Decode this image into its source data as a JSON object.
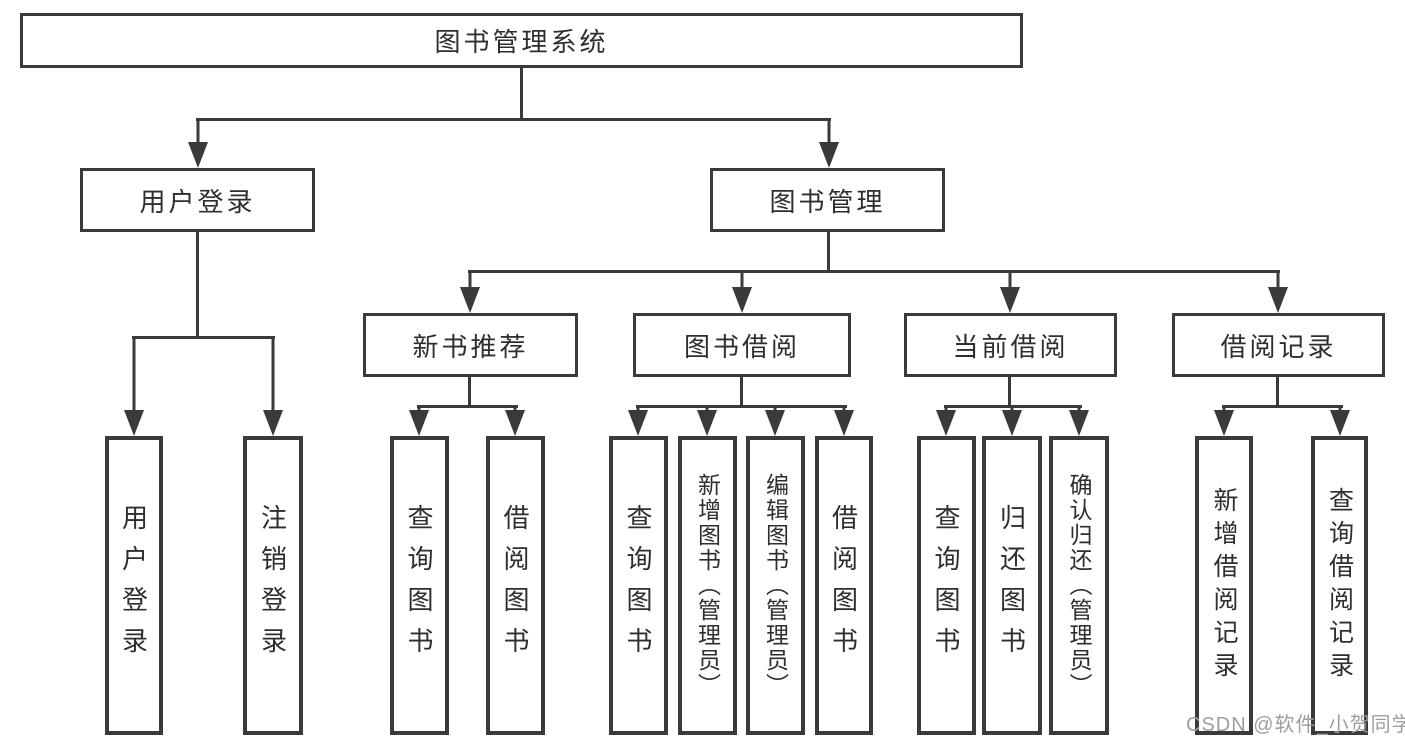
{
  "diagram": {
    "root": "图书管理系统",
    "branches": [
      {
        "label": "用户登录",
        "children": [
          "用户登录",
          "注销登录"
        ]
      },
      {
        "label": "图书管理",
        "children": [
          {
            "label": "新书推荐",
            "children": [
              "查询图书",
              "借阅图书"
            ]
          },
          {
            "label": "图书借阅",
            "children": [
              "查询图书",
              "新增图书（管理员）",
              "编辑图书（管理员）",
              "借阅图书"
            ]
          },
          {
            "label": "当前借阅",
            "children": [
              "查询图书",
              "归还图书",
              "确认归还（管理员）"
            ]
          },
          {
            "label": "借阅记录",
            "children": [
              "新增借阅记录",
              "查询借阅记录"
            ]
          }
        ]
      }
    ]
  },
  "watermark": {
    "text": "CSDN @软件_小贺同学"
  },
  "colors": {
    "line": "#3a3a3a",
    "text": "#2e2e2e",
    "watermark": "#9e9e9e",
    "background": "#ffffff"
  }
}
